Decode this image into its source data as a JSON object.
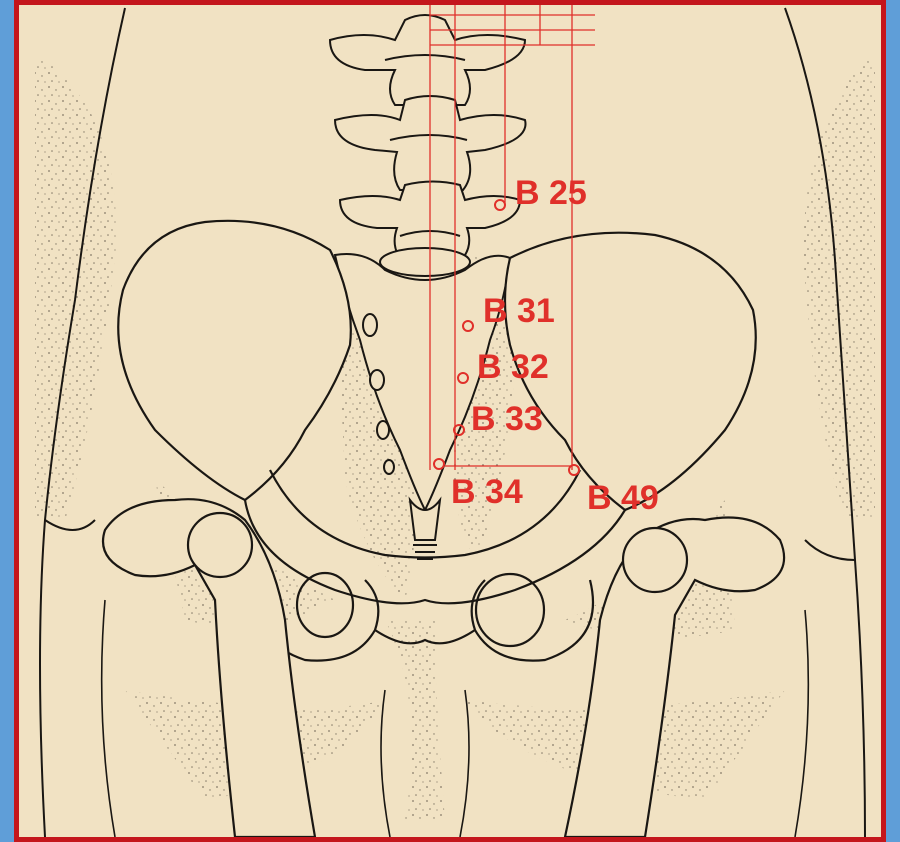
{
  "diagram": {
    "points": [
      {
        "id": "b25",
        "label": "B 25"
      },
      {
        "id": "b31",
        "label": "B 31"
      },
      {
        "id": "b32",
        "label": "B 32"
      },
      {
        "id": "b33",
        "label": "B 33"
      },
      {
        "id": "b34",
        "label": "B 34"
      },
      {
        "id": "b49",
        "label": "B 49"
      }
    ],
    "colors": {
      "paper": "#f1e2c3",
      "ink": "#1a1713",
      "annotation": "#e0302a",
      "frame": "#c4161c",
      "background": "#5f9ed8"
    }
  }
}
